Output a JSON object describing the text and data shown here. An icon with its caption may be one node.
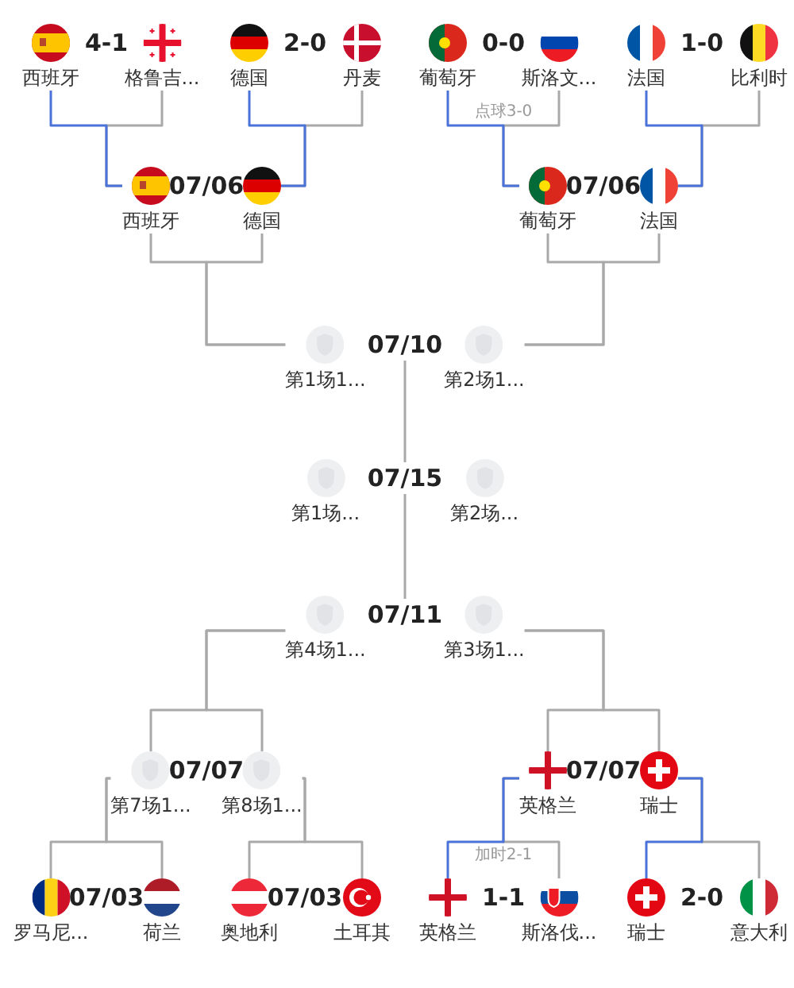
{
  "diagram": {
    "nodes": [
      {
        "text": [
          "西班牙"
        ]
      },
      {
        "text": [
          "格鲁吉..."
        ]
      },
      {
        "text": [
          "德国"
        ]
      },
      {
        "text": [
          "丹麦"
        ]
      },
      {
        "text": [
          "葡萄牙"
        ]
      },
      {
        "text": [
          "斯洛文..."
        ]
      },
      {
        "text": [
          "法国"
        ]
      },
      {
        "text": [
          "比利时"
        ]
      },
      {
        "text": [
          "西班牙"
        ]
      },
      {
        "text": [
          "德国"
        ]
      },
      {
        "text": [
          "葡萄牙"
        ]
      },
      {
        "text": [
          "法国"
        ]
      },
      {
        "text": [
          "第1场1..."
        ]
      },
      {
        "text": [
          "07/10"
        ]
      },
      {
        "text": [
          "第2场1..."
        ]
      },
      {
        "text": [
          "第1场..."
        ]
      },
      {
        "text": [
          "07/15"
        ]
      },
      {
        "text": [
          "第2场..."
        ]
      },
      {
        "text": [
          "第4场1..."
        ]
      },
      {
        "text": [
          "07/11"
        ]
      },
      {
        "text": [
          "第3场1..."
        ]
      },
      {
        "text": [
          "第7场1..."
        ]
      },
      {
        "text": [
          "第8场1..."
        ]
      },
      {
        "text": [
          "英格兰"
        ]
      },
      {
        "text": [
          "瑞士"
        ]
      },
      {
        "text": [
          "罗马尼..."
        ]
      },
      {
        "text": [
          "荷兰"
        ]
      },
      {
        "text": [
          "奥地利"
        ]
      },
      {
        "text": [
          "土耳其"
        ]
      },
      {
        "text": [
          "英格兰"
        ]
      },
      {
        "text": [
          "斯洛伐..."
        ]
      },
      {
        "text": [
          "瑞士"
        ]
      },
      {
        "text": [
          "意大利"
        ]
      }
    ],
    "edges": [
      {
        "from": 0,
        "to": 8,
        "arrow": "none",
        "color": "#4a72d9"
      },
      {
        "from": 1,
        "to": 8,
        "arrow": "none"
      },
      {
        "from": 2,
        "to": 9,
        "arrow": "none",
        "color": "#4a72d9"
      },
      {
        "from": 3,
        "to": 9,
        "arrow": "none"
      },
      {
        "from": 4,
        "to": 10,
        "arrow": "none",
        "color": "#4a72d9"
      },
      {
        "from": 5,
        "to": 10,
        "arrow": "none"
      },
      {
        "from": 6,
        "to": 11,
        "arrow": "none",
        "color": "#4a72d9"
      },
      {
        "from": 7,
        "to": 11,
        "arrow": "none"
      },
      {
        "from": 8,
        "to": 12,
        "arrow": "none"
      },
      {
        "from": 9,
        "to": 12,
        "arrow": "none"
      },
      {
        "from": 10,
        "to": 14,
        "arrow": "none"
      },
      {
        "from": 11,
        "to": 14,
        "arrow": "none"
      },
      {
        "from": 13,
        "to": 16,
        "arrow": "none"
      },
      {
        "from": 19,
        "to": 16,
        "arrow": "none"
      },
      {
        "from": 21,
        "to": 18,
        "arrow": "none"
      },
      {
        "from": 22,
        "to": 18,
        "arrow": "none"
      },
      {
        "from": 23,
        "to": 20,
        "arrow": "none"
      },
      {
        "from": 24,
        "to": 20,
        "arrow": "none"
      },
      {
        "from": 25,
        "to": 21,
        "arrow": "none"
      },
      {
        "from": 26,
        "to": 21,
        "arrow": "none"
      },
      {
        "from": 27,
        "to": 22,
        "arrow": "none"
      },
      {
        "from": 28,
        "to": 22,
        "arrow": "none"
      },
      {
        "from": 29,
        "to": 23,
        "arrow": "none",
        "color": "#4a72d9"
      },
      {
        "from": 30,
        "to": 23,
        "arrow": "none"
      },
      {
        "from": 31,
        "to": 24,
        "arrow": "none",
        "color": "#4a72d9"
      },
      {
        "from": 32,
        "to": 24,
        "arrow": "none"
      }
    ],
    "labels": [
      "4-1",
      "2-0",
      "0-0",
      "1-0",
      "点球3-0",
      "07/06",
      "07/06",
      "07/07",
      "07/07",
      "加时2-1",
      "07/03",
      "07/03",
      "1-1",
      "2-0"
    ]
  }
}
